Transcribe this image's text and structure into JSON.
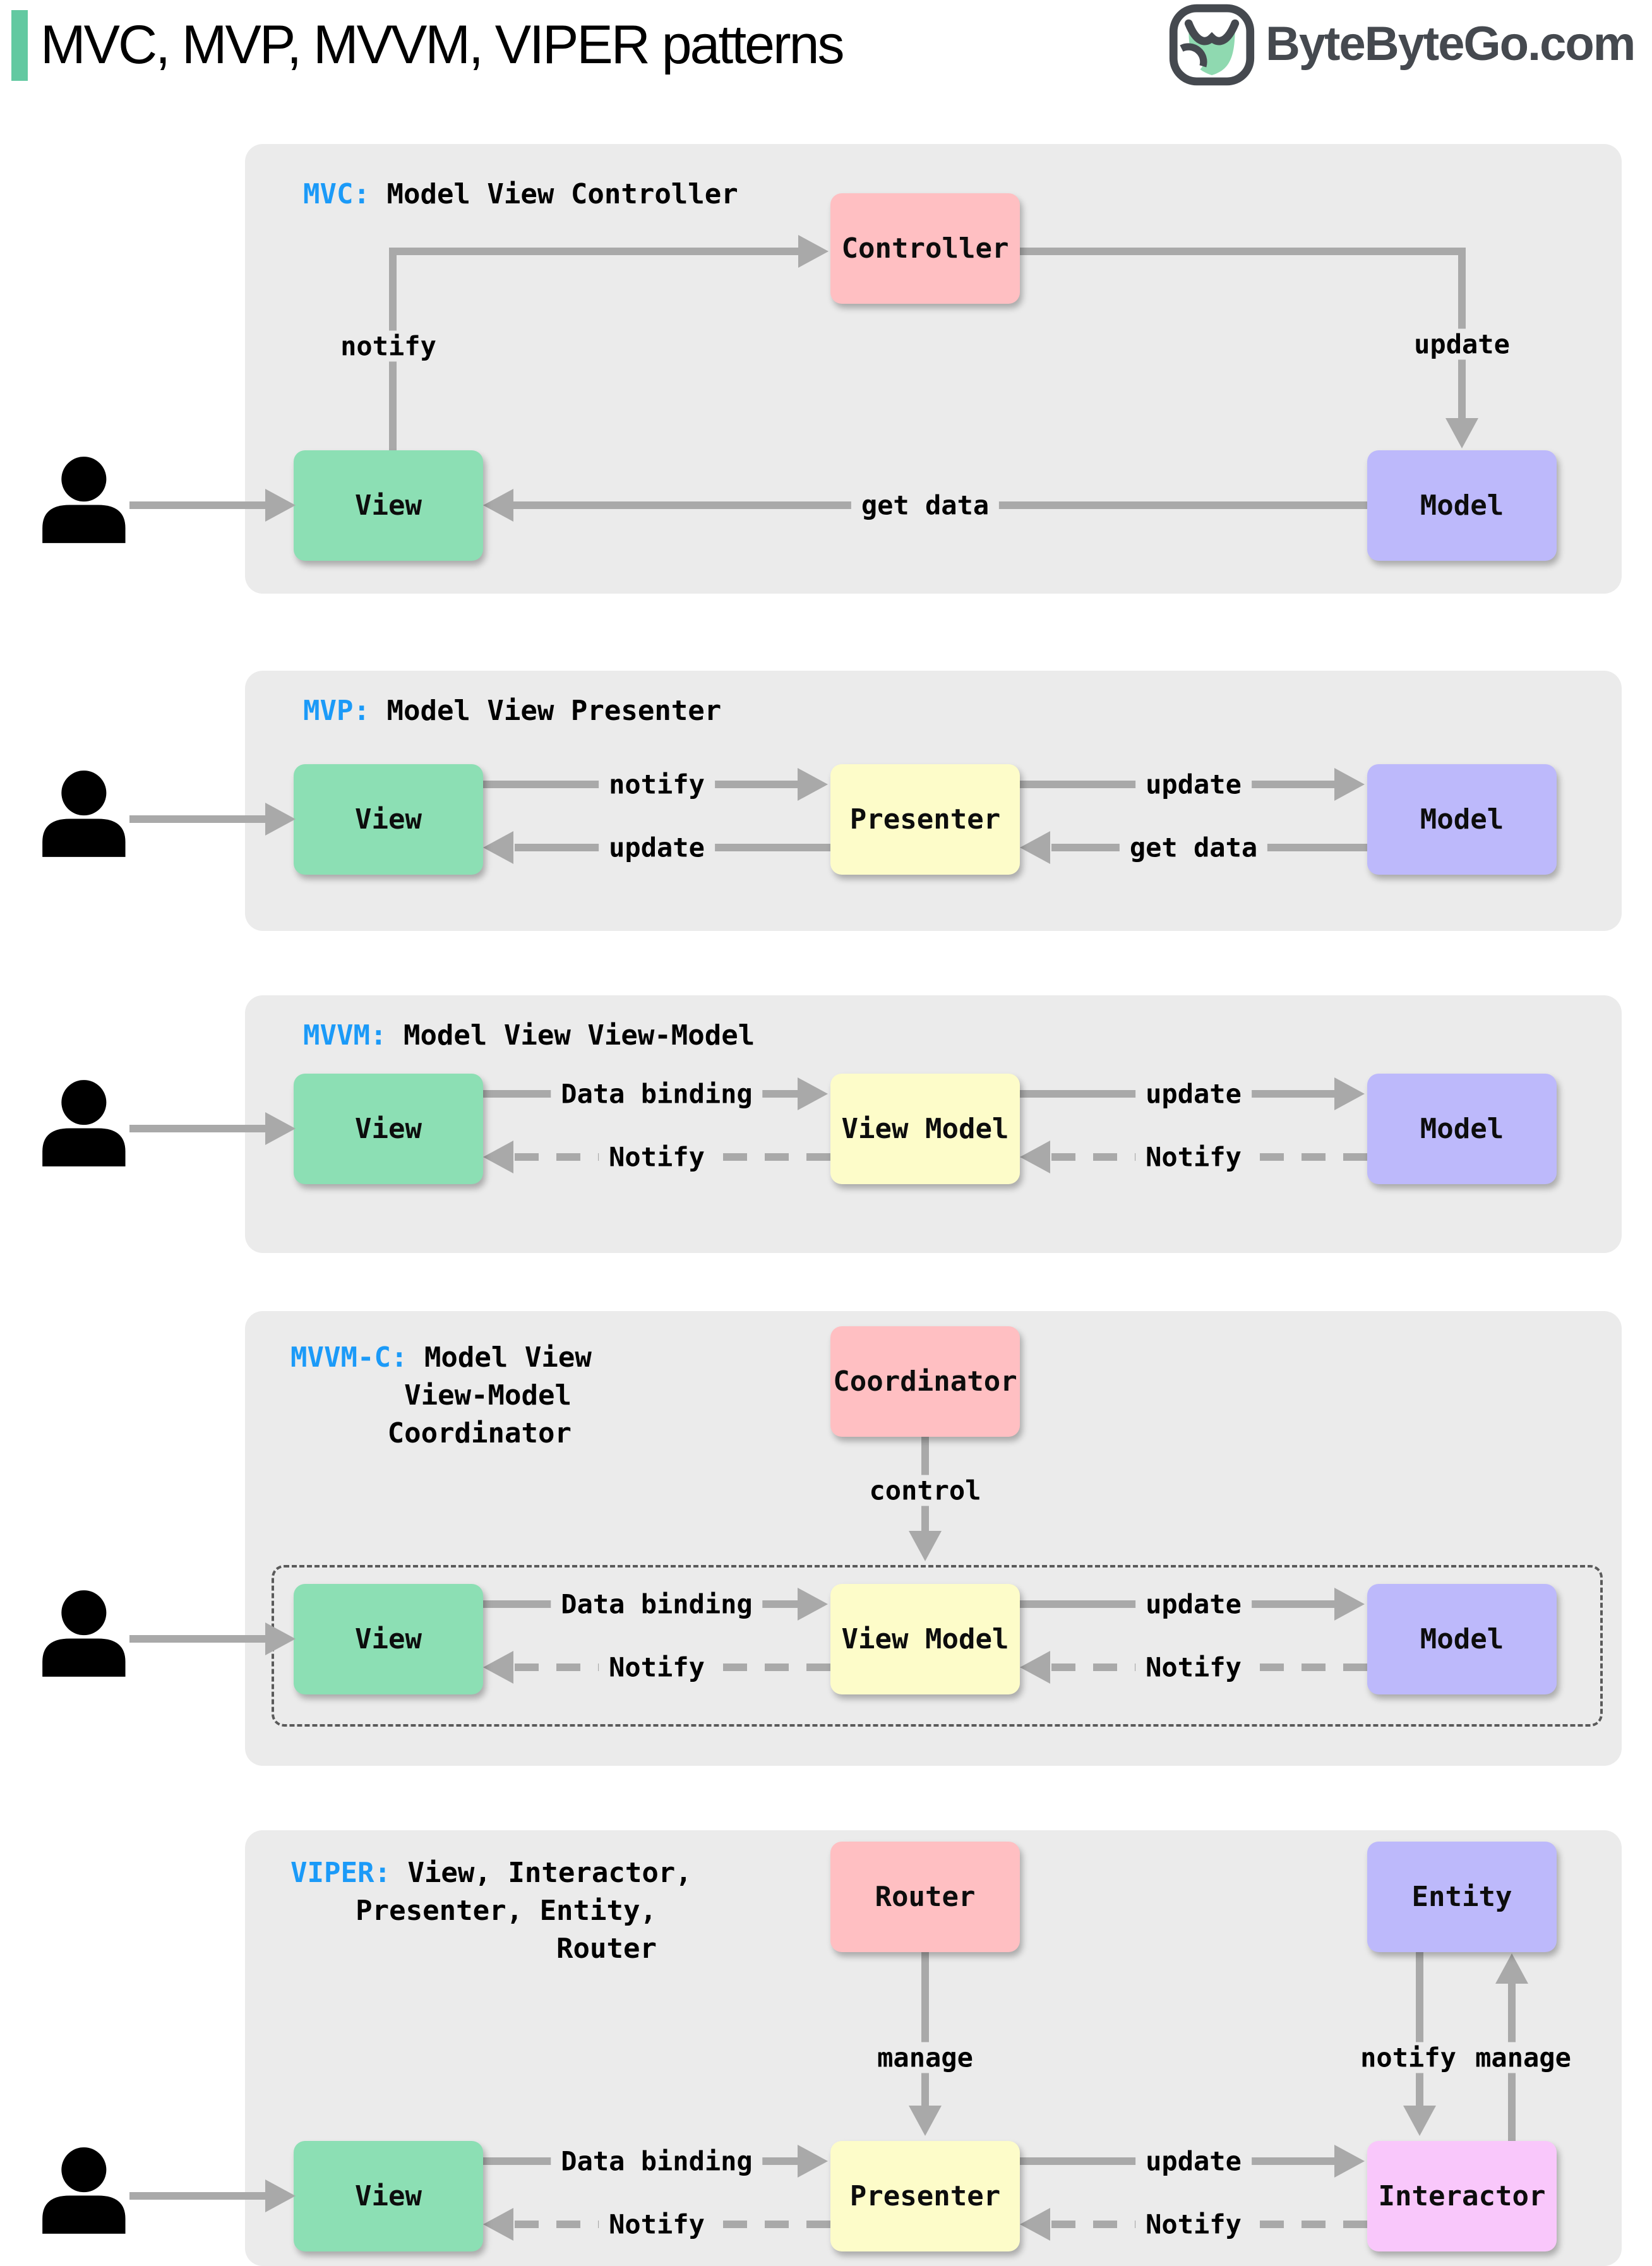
{
  "header": {
    "title": "MVC, MVP, MVVM, VIPER patterns",
    "brand": "ByteByteGo.com"
  },
  "colors": {
    "accent-green": "#62C9A1",
    "panel-gray": "#EBEBEB",
    "box-green": "#8CDFB4",
    "box-purple": "#BDB9FB",
    "box-pink": "#FFBFC2",
    "box-yellow": "#FDFCC9",
    "box-magenta": "#F9C7FB",
    "arrow-gray": "#A9A9A9",
    "label-blue": "#1B9AF8",
    "brand-dark": "#45494F"
  },
  "sections": {
    "mvc": {
      "prefix": "MVC:",
      "name": "Model View Controller",
      "boxes": {
        "controller": "Controller",
        "view": "View",
        "model": "Model"
      },
      "edges": {
        "notify": "notify",
        "update": "update",
        "get_data": "get data"
      }
    },
    "mvp": {
      "prefix": "MVP:",
      "name": "Model View Presenter",
      "boxes": {
        "view": "View",
        "presenter": "Presenter",
        "model": "Model"
      },
      "edges": {
        "notify": "notify",
        "update_view": "update",
        "update_model": "update",
        "get_data": "get data"
      }
    },
    "mvvm": {
      "prefix": "MVVM:",
      "name": "Model View View-Model",
      "boxes": {
        "view": "View",
        "view_model": "View Model",
        "model": "Model"
      },
      "edges": {
        "data_binding": "Data binding",
        "notify_view": "Notify",
        "update": "update",
        "notify_vm": "Notify"
      }
    },
    "mvvmc": {
      "prefix": "MVVM-C:",
      "name_line1": "Model View",
      "name_line2": "View-Model",
      "name_line3": "Coordinator",
      "boxes": {
        "coordinator": "Coordinator",
        "view": "View",
        "view_model": "View Model",
        "model": "Model"
      },
      "edges": {
        "control": "control",
        "data_binding": "Data binding",
        "notify_view": "Notify",
        "update": "update",
        "notify_vm": "Notify"
      }
    },
    "viper": {
      "prefix": "VIPER:",
      "name_line1": "View, Interactor,",
      "name_line2": "Presenter, Entity,",
      "name_line3": "Router",
      "boxes": {
        "router": "Router",
        "entity": "Entity",
        "view": "View",
        "presenter": "Presenter",
        "interactor": "Interactor"
      },
      "edges": {
        "manage_router": "manage",
        "notify_entity": "notify",
        "manage_entity": "manage",
        "data_binding": "Data binding",
        "notify_view": "Notify",
        "update": "update",
        "notify_presenter": "Notify"
      }
    }
  }
}
